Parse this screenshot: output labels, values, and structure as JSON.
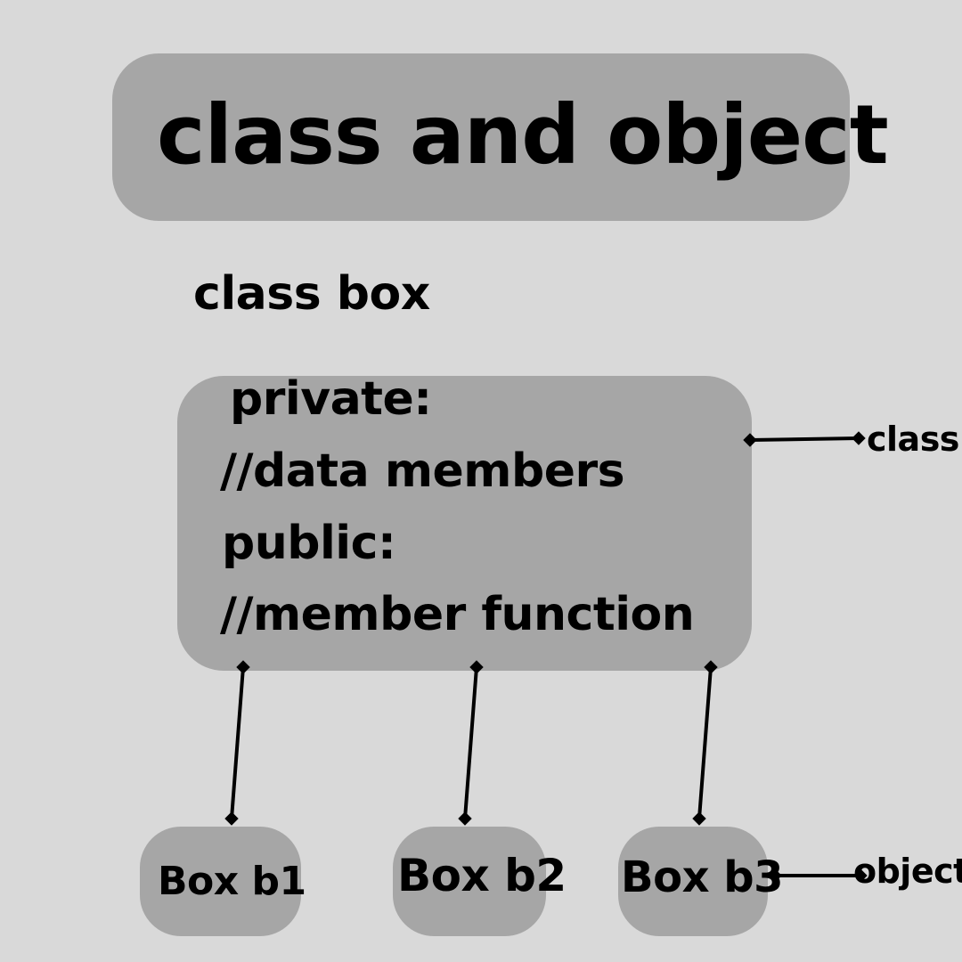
{
  "title": "class and object",
  "subheading": "class box",
  "class_box": {
    "lines": [
      "private:",
      "//data members",
      "public:",
      "//member function"
    ]
  },
  "objects": [
    "Box b1",
    "Box b2",
    "Box b3"
  ],
  "labels": {
    "class": "class",
    "object": "object"
  },
  "colors": {
    "background": "#d9d9d9",
    "box_fill": "#a6a6a6",
    "text": "#000000"
  }
}
